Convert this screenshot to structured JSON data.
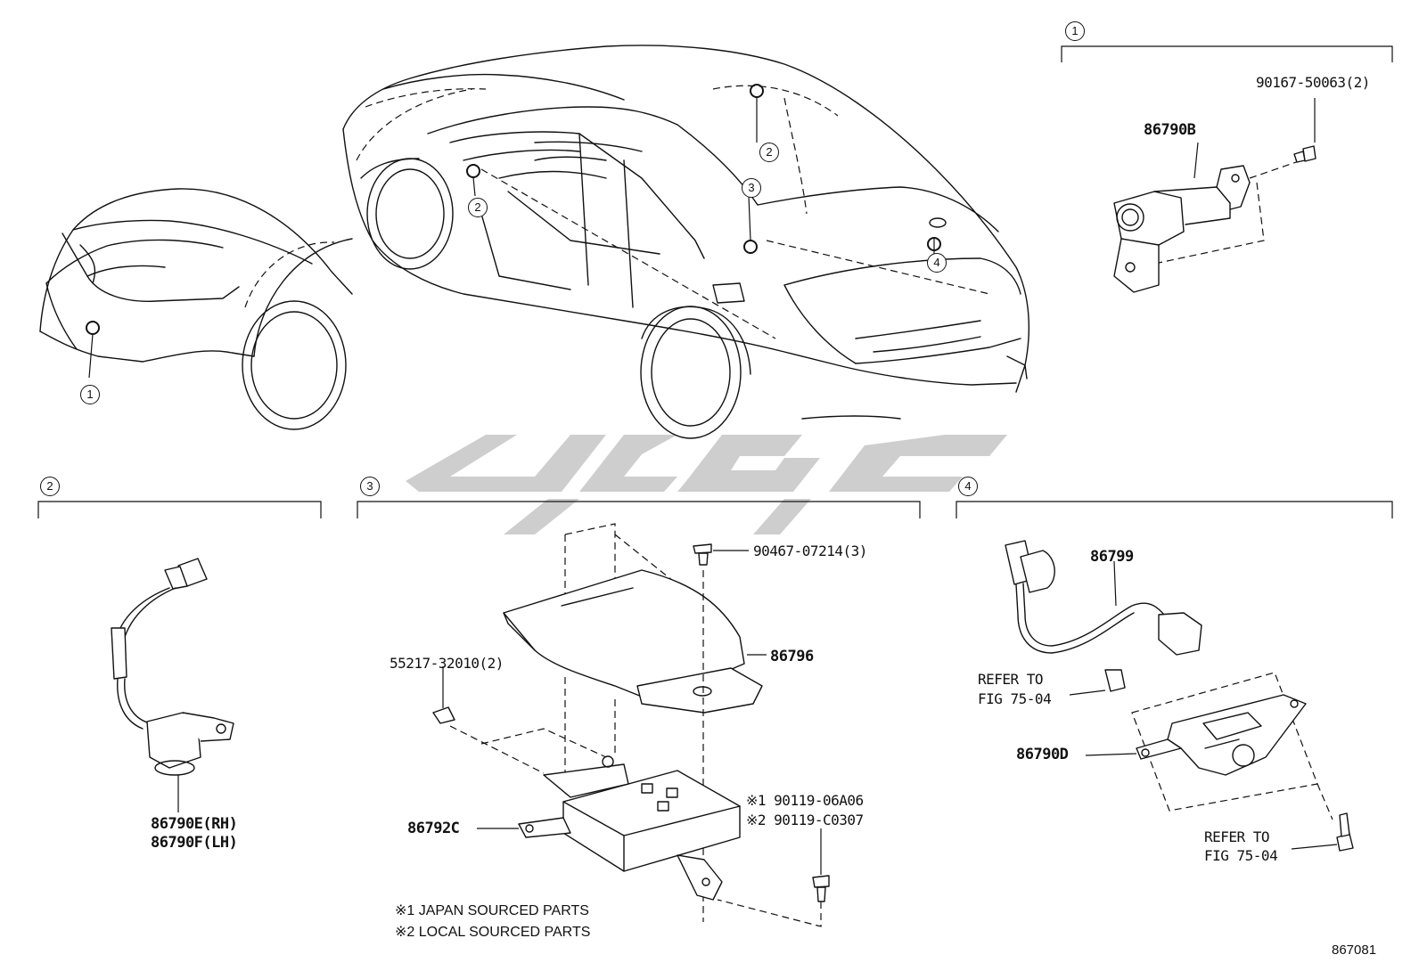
{
  "diagram": {
    "figure_number": "867081",
    "callouts": [
      "1",
      "2",
      "3",
      "4"
    ],
    "section_markers": [
      "1",
      "2",
      "3",
      "4"
    ],
    "parts": {
      "p86790B": "86790B",
      "p90167": "90167-50063(2)",
      "p86790E": "86790E(RH)",
      "p86790F": "86790F(LH)",
      "p90467": "90467-07214(3)",
      "p86796": "86796",
      "p55217": "55217-32010(2)",
      "p86792C": "86792C",
      "p90119a": "※1 90119-06A06",
      "p90119b": "※2 90119-C0307",
      "p86799": "86799",
      "p86790D": "86790D"
    },
    "refer": {
      "refer1_line1": "REFER TO",
      "refer1_line2": "FIG 75-04",
      "refer2_line1": "REFER TO",
      "refer2_line2": "FIG 75-04"
    },
    "notes": {
      "japan": "※1 JAPAN SOURCED PARTS",
      "local": "※2 LOCAL SOURCED PARTS"
    }
  },
  "colors": {
    "line": "#111111",
    "watermark": "#c8c8c8"
  }
}
